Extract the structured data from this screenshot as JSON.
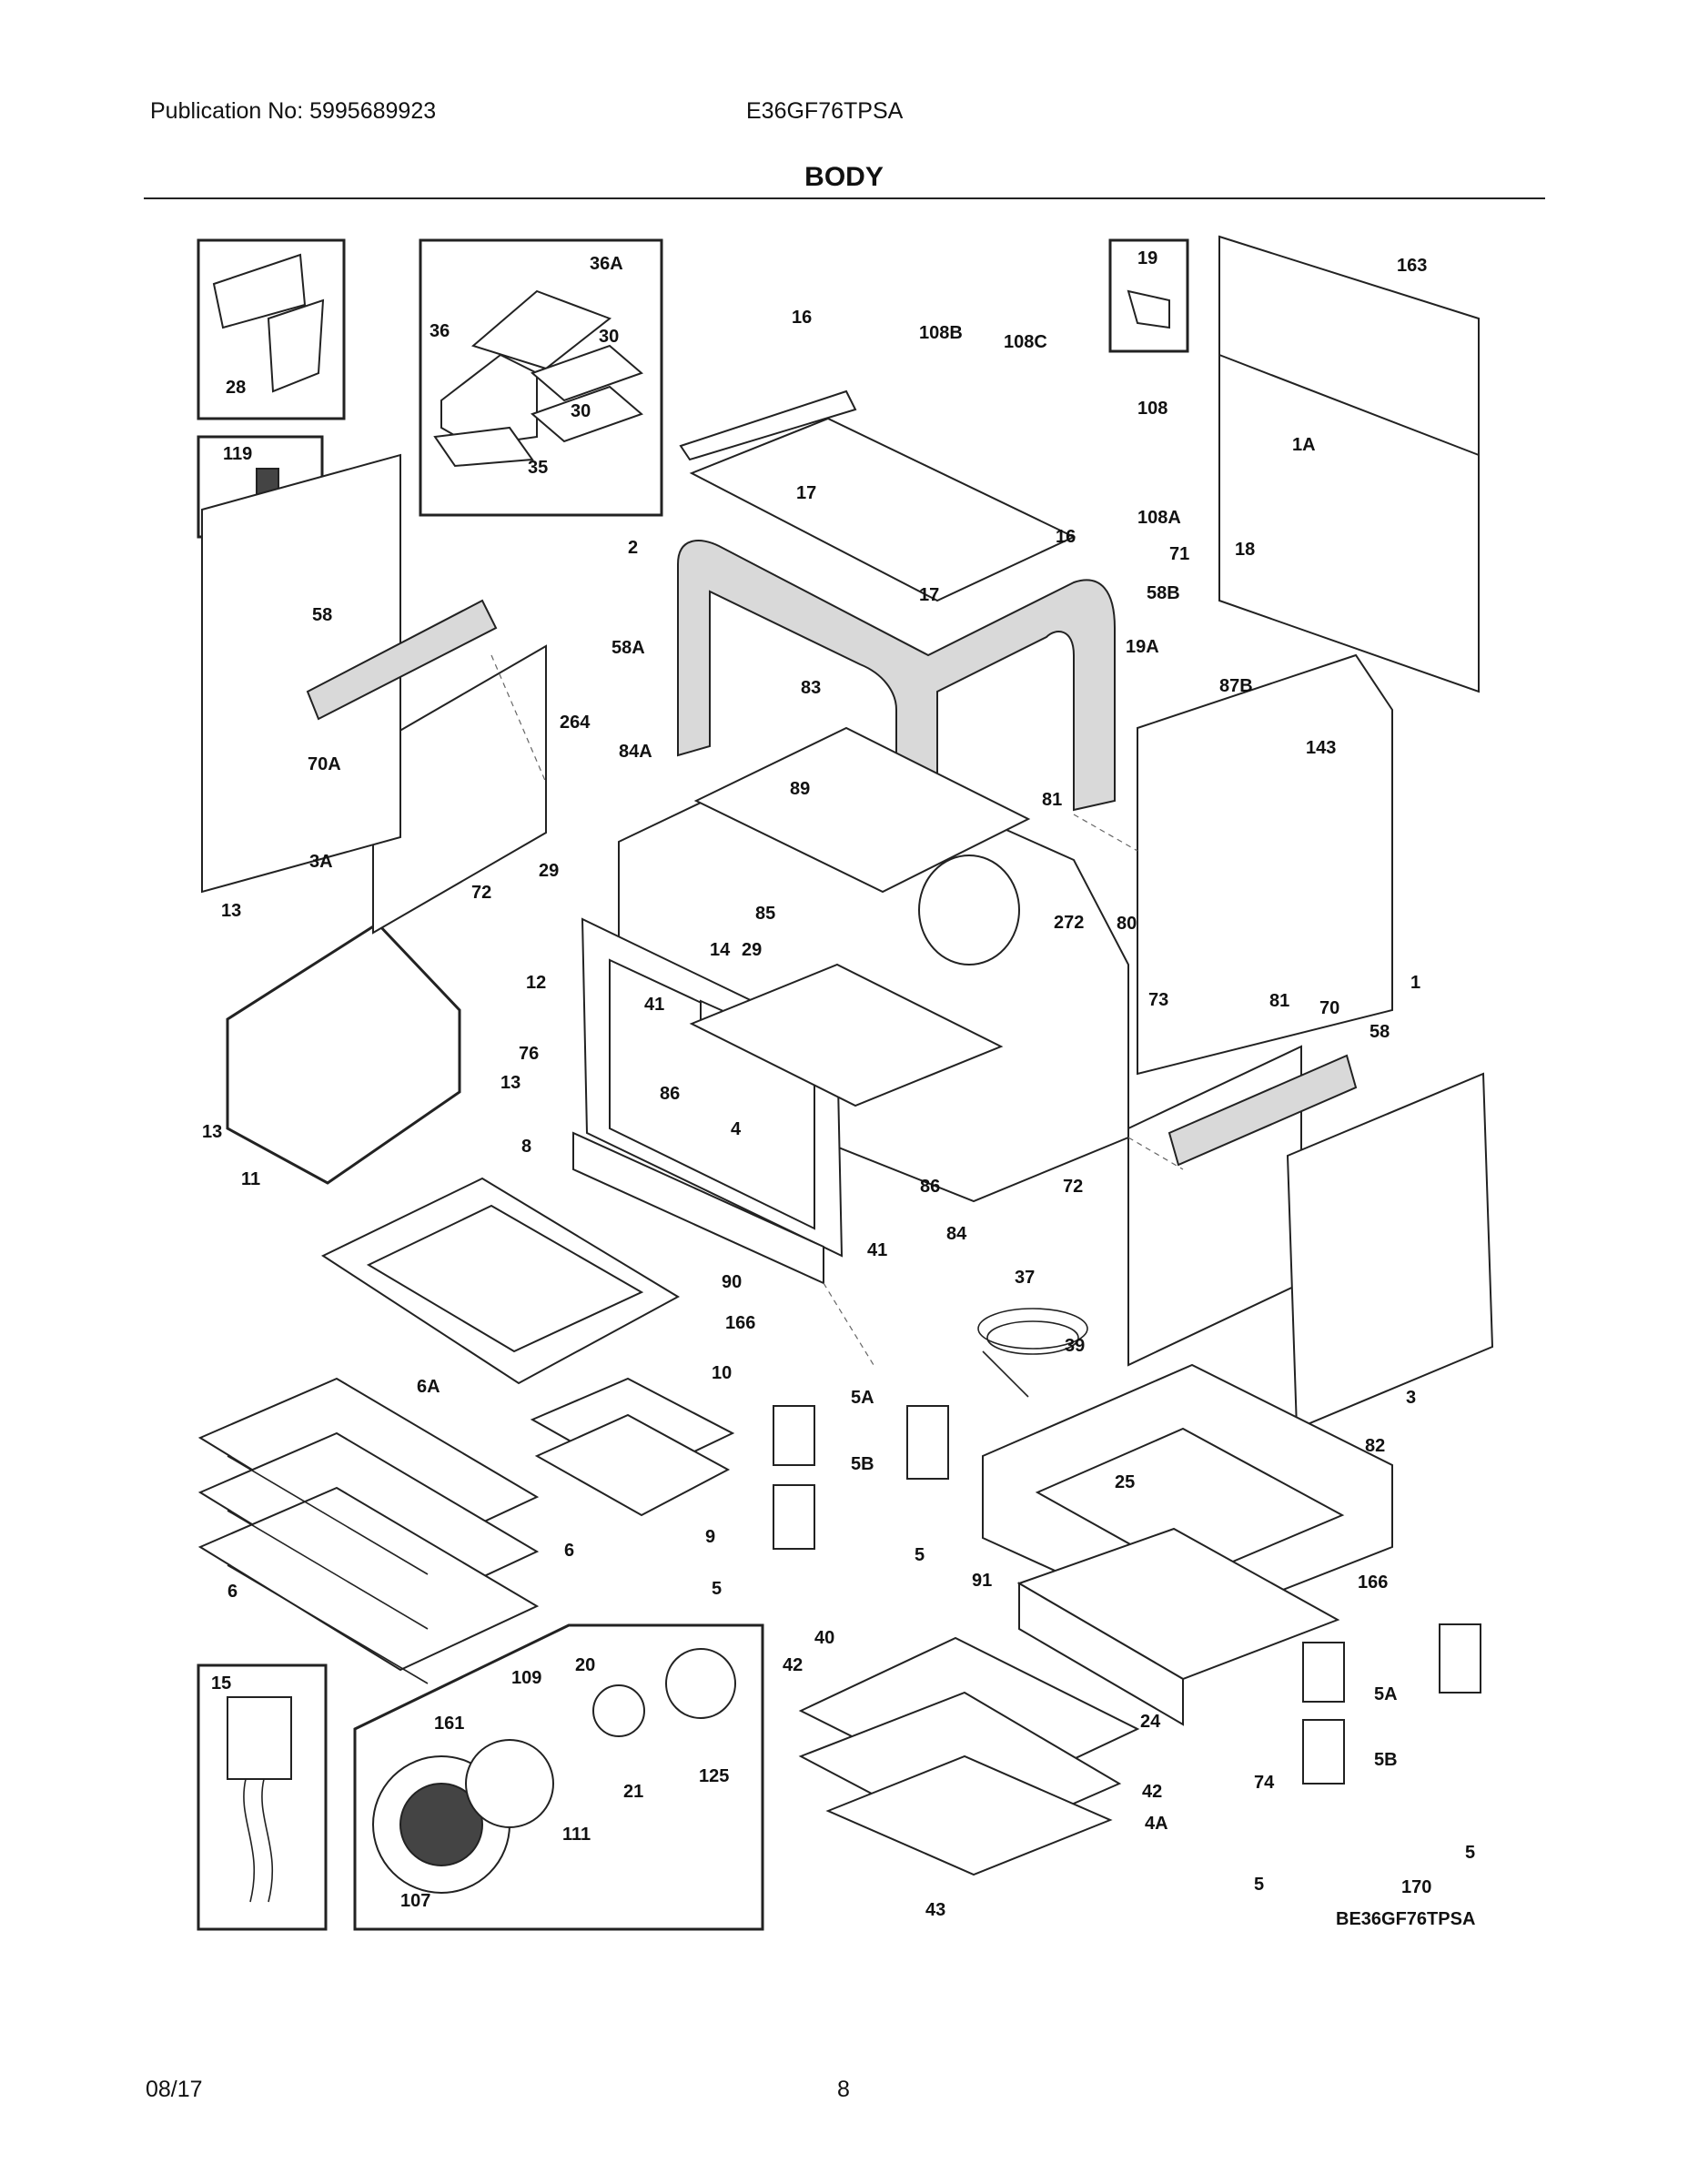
{
  "header": {
    "publication": "Publication No: 5995689923",
    "model": "E36GF76TPSA",
    "section": "BODY"
  },
  "footer": {
    "date": "08/17",
    "page": "8"
  },
  "diagram_code": "BE36GF76TPSA",
  "callouts": [
    "36A",
    "36",
    "30",
    "30",
    "35",
    "28",
    "119",
    "19",
    "163",
    "16",
    "108B",
    "108C",
    "108",
    "1A",
    "17",
    "108A",
    "2",
    "16",
    "18",
    "71",
    "17",
    "58B",
    "58",
    "58A",
    "19A",
    "87B",
    "143",
    "70A",
    "83",
    "264",
    "84A",
    "89",
    "81",
    "3A",
    "29",
    "72",
    "85",
    "272",
    "80",
    "13",
    "14",
    "29",
    "12",
    "1",
    "73",
    "81",
    "70",
    "41",
    "58",
    "76",
    "86",
    "13",
    "13",
    "4",
    "11",
    "86",
    "84",
    "72",
    "8",
    "41",
    "37",
    "90",
    "166",
    "39",
    "6A",
    "10",
    "5A",
    "3",
    "5B",
    "82",
    "25",
    "9",
    "6",
    "5",
    "91",
    "166",
    "5",
    "6",
    "40",
    "20",
    "109",
    "42",
    "15",
    "161",
    "24",
    "5A",
    "21",
    "125",
    "42",
    "5B",
    "4A",
    "111",
    "74",
    "5",
    "107",
    "43",
    "5",
    "170"
  ]
}
